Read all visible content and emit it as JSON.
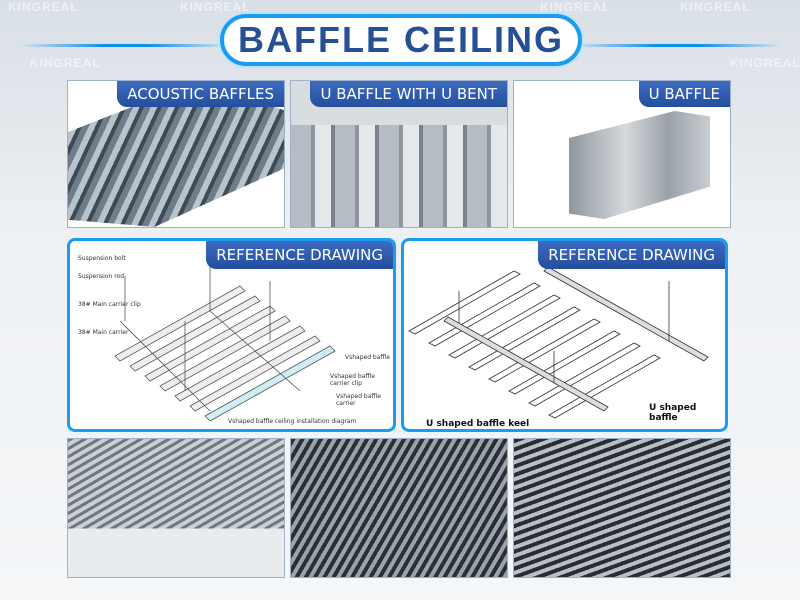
{
  "watermark": "KINGREAL",
  "title": "BAFFLE CEILING",
  "products": [
    {
      "label": "ACOUSTIC BAFFLES"
    },
    {
      "label": "U BAFFLE WITH U BENT"
    },
    {
      "label": "U BAFFLE"
    }
  ],
  "drawings": [
    {
      "label": "REFERENCE DRAWING",
      "notes": [
        "Suspension bolt",
        "Suspension rod",
        "38# Main carrier clip",
        "38# Main carrier",
        "Vshaped baffle",
        "Vshaped baffle carrier clip",
        "Vshaped baffle carrier",
        "Vshaped baffle ceiling installation diagram"
      ]
    },
    {
      "label": "REFERENCE DRAWING",
      "notes": [
        "U shaped baffle",
        "U shaped baffle keel"
      ]
    }
  ],
  "photos": [
    "installed-baffle-ceiling-1",
    "installed-baffle-ceiling-2",
    "installed-baffle-ceiling-3"
  ],
  "colors": {
    "accent": "#1a9df0",
    "title_text": "#264f94",
    "tag_bg": "#2d5aab"
  }
}
